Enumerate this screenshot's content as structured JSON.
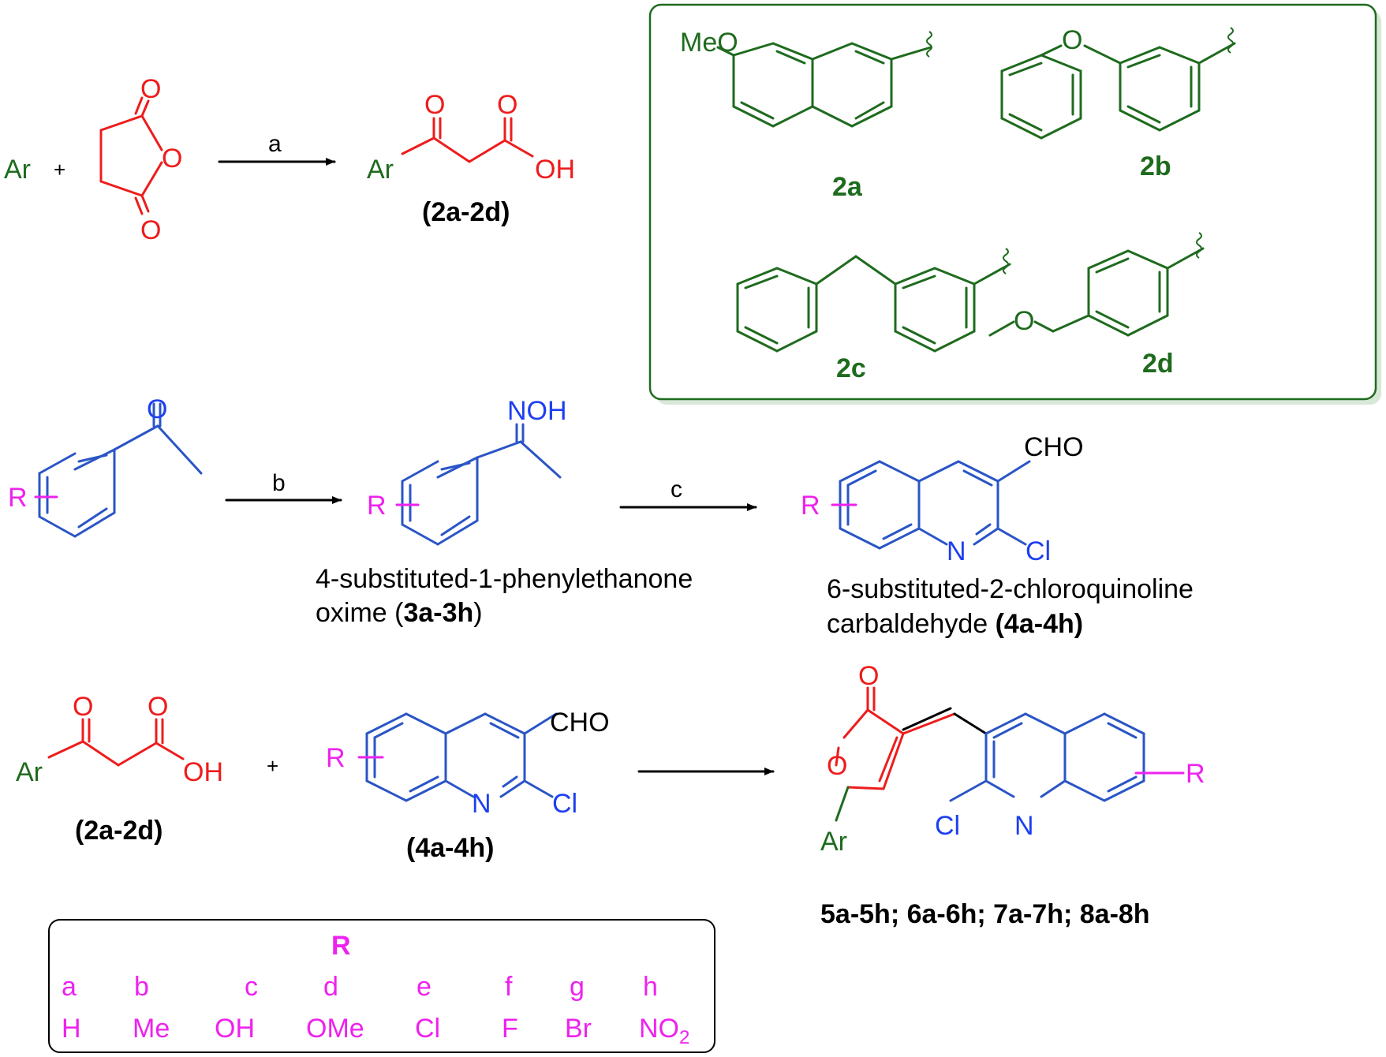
{
  "colors": {
    "red": "#ee1c1c",
    "blue": "#1d3ff0",
    "green": "#1e6b1e",
    "magenta": "#ee22ee",
    "black": "#000000",
    "box_fill": "#f6fbf6"
  },
  "row1": {
    "ar": "Ar",
    "plus": "+",
    "anhydride_o_top": "O",
    "anhydride_o_ring": "O",
    "anhydride_o_bottom": "O",
    "arrow_label": "a",
    "product_ar": "Ar",
    "product_o_keto": "O",
    "product_o_acid": "O",
    "product_oh": "OH",
    "product_label": "(2a-2d)"
  },
  "ar_box": {
    "a": {
      "substituent": "MeO",
      "label": "2a"
    },
    "b": {
      "o": "O",
      "label": "2b"
    },
    "c": {
      "label": "2c"
    },
    "d": {
      "o": "O",
      "label": "2d"
    }
  },
  "row2": {
    "ketone_o": "O",
    "r1": "R",
    "arrow_b_label": "b",
    "oxime_noh": "NOH",
    "r2": "R",
    "oxime_caption_line1": "4-substituted-1-phenylethanone",
    "oxime_caption_line2_prefix": "oxime (",
    "oxime_caption_line2_bold": "3a-3h",
    "oxime_caption_line2_suffix": ")",
    "arrow_c_label": "c",
    "quin_cho": "CHO",
    "quin_r": "R",
    "quin_n": "N",
    "quin_cl": "Cl",
    "quin_caption_line1": "6-substituted-2-chloroquinoline",
    "quin_caption_line2_prefix": "carbaldehyde ",
    "quin_caption_line2_bold": "(4a-4h)"
  },
  "row3": {
    "acid_o_keto": "O",
    "acid_o_acid": "O",
    "acid_ar": "Ar",
    "acid_oh": "OH",
    "acid_label": "(2a-2d)",
    "plus": "+",
    "quin_cho": "CHO",
    "quin_r": "R",
    "quin_n": "N",
    "quin_cl": "Cl",
    "quin_label": "(4a-4h)",
    "prod_o_carbonyl": "O",
    "prod_o_ring": "O",
    "prod_ar": "Ar",
    "prod_cl": "Cl",
    "prod_n": "N",
    "prod_r": "R",
    "prod_label": "5a-5h; 6a-6h; 7a-7h; 8a-8h"
  },
  "r_table": {
    "header": "R",
    "columns": [
      {
        "key": "a",
        "value": "H"
      },
      {
        "key": "b",
        "value": "Me"
      },
      {
        "key": "c",
        "value": "OH"
      },
      {
        "key": "d",
        "value": "OMe"
      },
      {
        "key": "e",
        "value": "Cl"
      },
      {
        "key": "f",
        "value": "F"
      },
      {
        "key": "g",
        "value": "Br"
      },
      {
        "key": "h",
        "value": "NO",
        "subscript": "2"
      }
    ]
  }
}
